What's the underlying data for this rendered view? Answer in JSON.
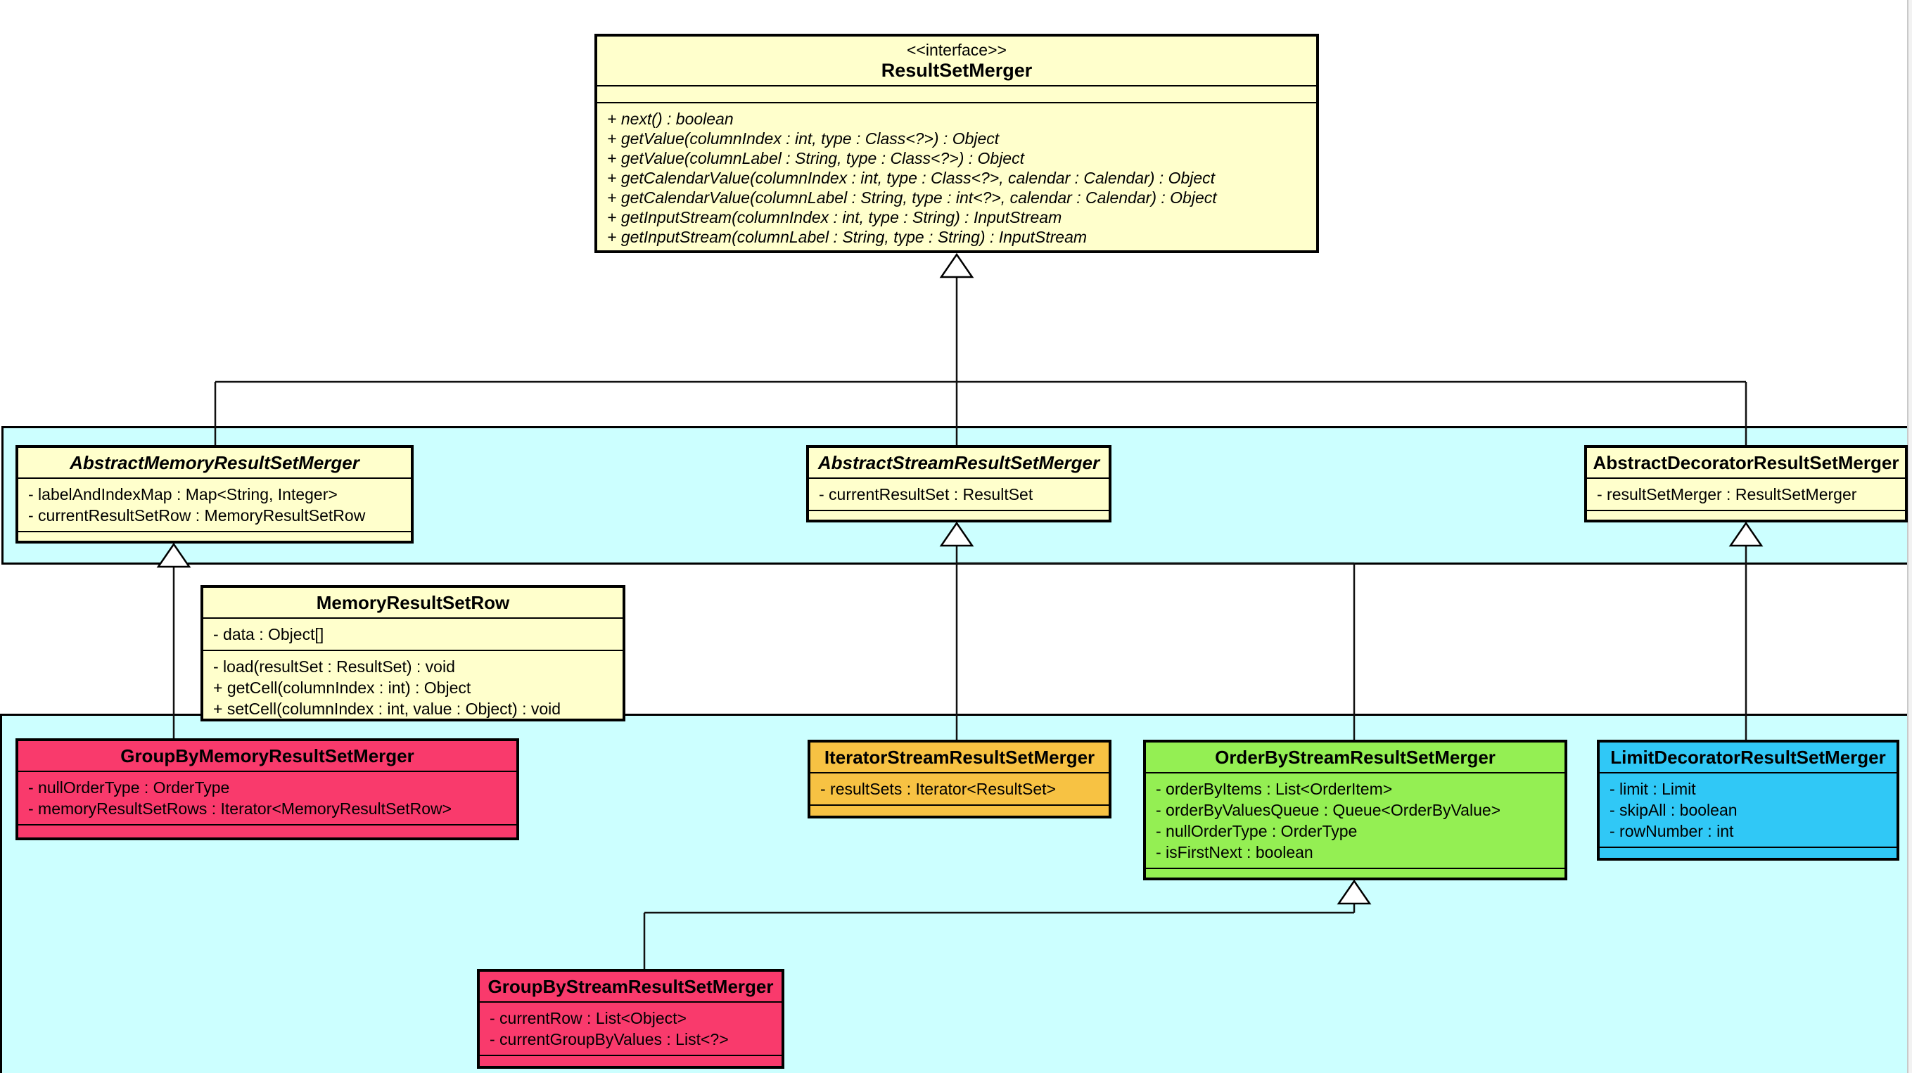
{
  "colors": {
    "class_fill": "#ffffcc",
    "package_band_fill": "#ccffff",
    "groupby_fill": "#f93a6c",
    "iterator_fill": "#f7c243",
    "orderby_fill": "#94ef53",
    "limit_fill": "#30c8f6",
    "border": "#000000"
  },
  "classes": [
    {
      "stereotype": "<<interface>>",
      "name": "ResultSetMerger",
      "attributes": [],
      "methods": [
        "+ next() : boolean",
        "+ getValue(columnIndex : int, type : Class<?>) : Object",
        "+ getValue(columnLabel : String, type : Class<?>) : Object",
        "+ getCalendarValue(columnIndex : int, type : Class<?>, calendar : Calendar) : Object",
        "+ getCalendarValue(columnLabel : String, type : int<?>, calendar : Calendar) : Object",
        "+ getInputStream(columnIndex : int, type : String) : InputStream",
        "+ getInputStream(columnLabel : String, type : String) : InputStream"
      ]
    },
    {
      "name": "AbstractMemoryResultSetMerger",
      "attributes": [
        "- labelAndIndexMap : Map<String, Integer>",
        "- currentResultSetRow : MemoryResultSetRow"
      ],
      "methods": []
    },
    {
      "name": "AbstractStreamResultSetMerger",
      "attributes": [
        "- currentResultSet : ResultSet"
      ],
      "methods": []
    },
    {
      "name": "AbstractDecoratorResultSetMerger",
      "attributes": [
        "- resultSetMerger : ResultSetMerger"
      ],
      "methods": []
    },
    {
      "name": "MemoryResultSetRow",
      "attributes": [
        "- data : Object[]"
      ],
      "methods": [
        "- load(resultSet : ResultSet) : void",
        "+ getCell(columnIndex : int) : Object",
        "+ setCell(columnIndex : int, value : Object) : void"
      ]
    },
    {
      "name": "GroupByMemoryResultSetMerger",
      "attributes": [
        "- nullOrderType : OrderType",
        "- memoryResultSetRows : Iterator<MemoryResultSetRow>"
      ],
      "methods": []
    },
    {
      "name": "IteratorStreamResultSetMerger",
      "attributes": [
        "- resultSets : Iterator<ResultSet>"
      ],
      "methods": []
    },
    {
      "name": "OrderByStreamResultSetMerger",
      "attributes": [
        "- orderByItems : List<OrderItem>",
        "- orderByValuesQueue : Queue<OrderByValue>",
        "- nullOrderType : OrderType",
        "- isFirstNext : boolean"
      ],
      "methods": []
    },
    {
      "name": "LimitDecoratorResultSetMerger",
      "attributes": [
        "- limit : Limit",
        "- skipAll : boolean",
        "- rowNumber : int"
      ],
      "methods": []
    },
    {
      "name": "GroupByStreamResultSetMerger",
      "attributes": [
        "- currentRow : List<Object>",
        "- currentGroupByValues : List<?>"
      ],
      "methods": []
    }
  ],
  "relations": [
    {
      "from": "AbstractMemoryResultSetMerger",
      "to": "ResultSetMerger",
      "type": "generalization"
    },
    {
      "from": "AbstractStreamResultSetMerger",
      "to": "ResultSetMerger",
      "type": "generalization"
    },
    {
      "from": "AbstractDecoratorResultSetMerger",
      "to": "ResultSetMerger",
      "type": "generalization"
    },
    {
      "from": "GroupByMemoryResultSetMerger",
      "to": "AbstractMemoryResultSetMerger",
      "type": "generalization"
    },
    {
      "from": "IteratorStreamResultSetMerger",
      "to": "AbstractStreamResultSetMerger",
      "type": "generalization"
    },
    {
      "from": "OrderByStreamResultSetMerger",
      "to": "AbstractStreamResultSetMerger",
      "type": "generalization"
    },
    {
      "from": "LimitDecoratorResultSetMerger",
      "to": "AbstractDecoratorResultSetMerger",
      "type": "generalization"
    },
    {
      "from": "GroupByStreamResultSetMerger",
      "to": "OrderByStreamResultSetMerger",
      "type": "generalization"
    }
  ]
}
